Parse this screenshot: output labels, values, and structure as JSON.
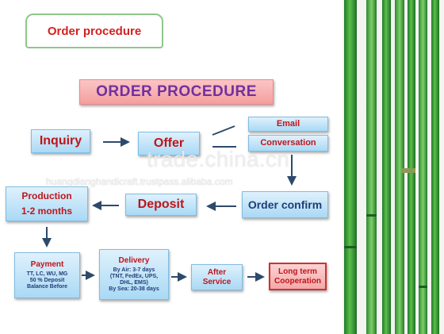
{
  "title_tab": "Order procedure",
  "banner": "ORDER PROCEDURE",
  "steps": {
    "inquiry": "Inquiry",
    "offer": "Offer",
    "email": "Email",
    "conversation": "Conversation",
    "order_confirm": "Order confirm",
    "deposit": "Deposit",
    "production_line1": "Production",
    "production_line2": "1-2 months",
    "payment_title": "Payment",
    "payment_line1": "TT, LC, WU, MG",
    "payment_line2": "50 % Deposit",
    "payment_line3": "Balance Before",
    "delivery_title": "Delivery",
    "delivery_line1": "By Air: 3-7 days",
    "delivery_line2": "(TNT, FedEx, UPS,",
    "delivery_line3": "DHL, EMS)",
    "delivery_line4": "By Sea: 20-38 days",
    "after_line1": "After",
    "after_line2": "Service",
    "longterm_line1": "Long term",
    "longterm_line2": "Cooperation"
  },
  "watermark": "trade.china.cn",
  "watermark_url": "huangdianghandicraft.trustpass.alibaba.com",
  "colors": {
    "box_fill": "#a9d9f5",
    "box_text_red": "#c0141a",
    "box_text_navy": "#1f3e77",
    "banner_fill": "#f59e9e",
    "banner_text": "#7030a0",
    "arrow": "#2e4a6b",
    "bamboo": "#2f9a3a"
  }
}
